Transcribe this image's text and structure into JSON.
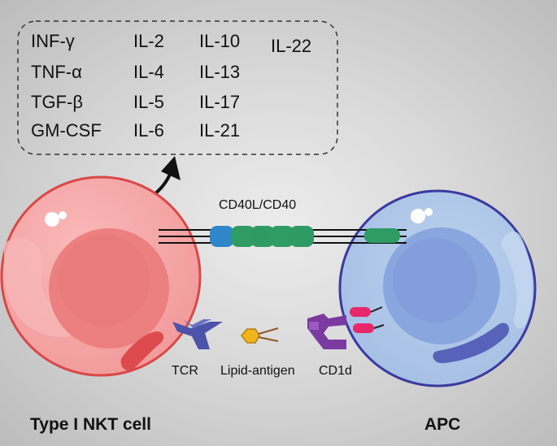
{
  "cytokines": {
    "col1": [
      "INF-γ",
      "TNF-α",
      "TGF-β",
      "GM-CSF"
    ],
    "col2": [
      "IL-2",
      "IL-4",
      "IL-5",
      "IL-6"
    ],
    "col3": [
      "IL-10",
      "IL-13",
      "IL-17",
      "IL-21"
    ],
    "col4": [
      "IL-22"
    ]
  },
  "labels": {
    "cd40": "CD40L/CD40",
    "tcr": "TCR",
    "lipid_antigen": "Lipid-antigen",
    "cd1d": "CD1d",
    "nkt_cell": "Type I NKT cell",
    "apc": "APC"
  },
  "colors": {
    "nkt_cell": "#f4a3a3",
    "apc": "#a9c3e6",
    "cd40l": "#2f86c9",
    "cd40": "#2e9c64",
    "tcr": "#4d53a8",
    "cd1d": "#7b3aa0",
    "antigen": "#f0b51e"
  }
}
